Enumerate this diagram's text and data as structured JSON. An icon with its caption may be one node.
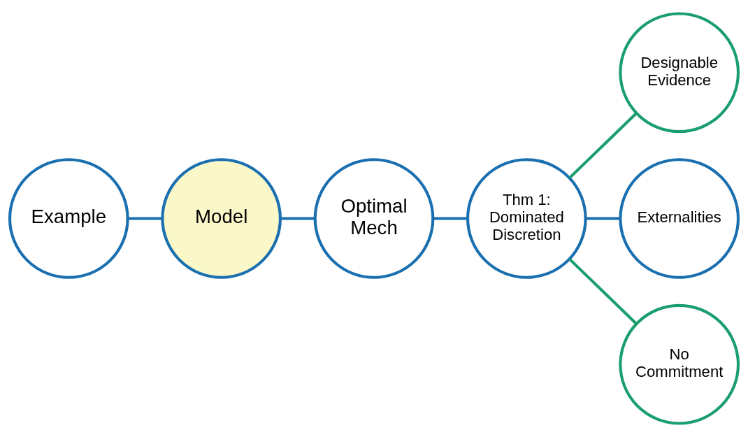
{
  "diagram": {
    "nodes": [
      {
        "text": [
          "Example"
        ]
      },
      {
        "text": [
          "Model"
        ]
      },
      {
        "text": [
          "Optimal Mech"
        ]
      },
      {
        "text": [
          "Thm 1: Dominated Discretion"
        ]
      },
      {
        "text": [
          "Designable Evidence"
        ]
      },
      {
        "text": [
          "Externalities"
        ]
      },
      {
        "text": [
          "No Commitment"
        ]
      }
    ],
    "edges": [
      {
        "from": 0,
        "to": 1,
        "arrow": "none"
      },
      {
        "from": 1,
        "to": 2,
        "arrow": "none"
      },
      {
        "from": 2,
        "to": 3,
        "arrow": "none"
      },
      {
        "from": 3,
        "to": 4,
        "arrow": "none",
        "color": "#1a9e6e"
      },
      {
        "from": 3,
        "to": 5,
        "arrow": "none"
      },
      {
        "from": 3,
        "to": 6,
        "arrow": "none",
        "color": "#1a9e6e"
      }
    ]
  }
}
